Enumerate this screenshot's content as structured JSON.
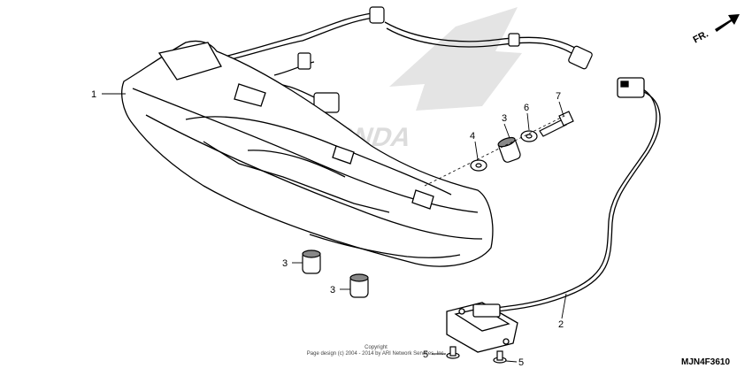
{
  "direction": {
    "label": "FR."
  },
  "callouts": [
    {
      "id": "c1",
      "text": "1"
    },
    {
      "id": "c2",
      "text": "2"
    },
    {
      "id": "c3a",
      "text": "3"
    },
    {
      "id": "c3b",
      "text": "3"
    },
    {
      "id": "c3c",
      "text": "3"
    },
    {
      "id": "c4",
      "text": "4"
    },
    {
      "id": "c5a",
      "text": "5"
    },
    {
      "id": "c5b",
      "text": "5"
    },
    {
      "id": "c6",
      "text": "6"
    },
    {
      "id": "c7",
      "text": "7"
    }
  ],
  "copyright": {
    "line1": "Copyright",
    "line2": "Page design (c) 2004 - 2014 by ARI Network Services, Inc."
  },
  "diagram_code": "MJN4F3610",
  "watermark": {
    "text": "HONDA"
  }
}
